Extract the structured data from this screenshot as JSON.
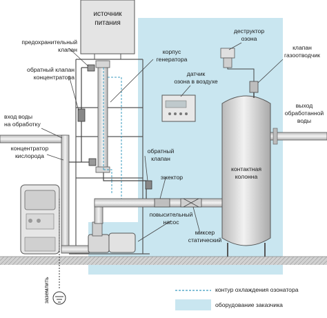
{
  "labels": {
    "power_source": {
      "line1": "источник",
      "line2": "питания"
    },
    "safety_valve": {
      "line1": "предохранительный",
      "line2": "клапан"
    },
    "concentrator_check_valve": {
      "line1": "обратный клапан",
      "line2": "концентратора"
    },
    "generator_body": {
      "line1": "корпус",
      "line2": "генератора"
    },
    "ozone_destructor": {
      "line1": "деструктор",
      "line2": "озона"
    },
    "gas_vent_valve": {
      "line1": "клапан",
      "line2": "газоотводчик"
    },
    "ozone_sensor": {
      "line1": "датчик",
      "line2": "озона в воздухе"
    },
    "water_inlet": {
      "line1": "вход воды",
      "line2": "на обработку"
    },
    "water_outlet": {
      "line1": "выход",
      "line2": "обработанной",
      "line3": "воды"
    },
    "oxygen_concentrator": {
      "line1": "концентратор",
      "line2": "кислорода"
    },
    "check_valve": {
      "line1": "обратный",
      "line2": "клапан"
    },
    "ejector": {
      "line1": "эжектор"
    },
    "contact_column": {
      "line1": "контактная",
      "line2": "колонна"
    },
    "booster_pump": {
      "line1": "повысительный",
      "line2": "насос"
    },
    "static_mixer": {
      "line1": "миксер",
      "line2": "статический"
    },
    "ground": "заземлить"
  },
  "legend": {
    "cooling_circuit": "контур охлаждения озонатора",
    "customer_equipment": "оборудование заказчика"
  },
  "colors": {
    "customer_area": "#c9e6f0",
    "equipment_fill": "#e4e4e4",
    "equipment_stroke": "#555555",
    "cooling_line": "#3a9bbf",
    "floor": "#bdbdbd"
  }
}
